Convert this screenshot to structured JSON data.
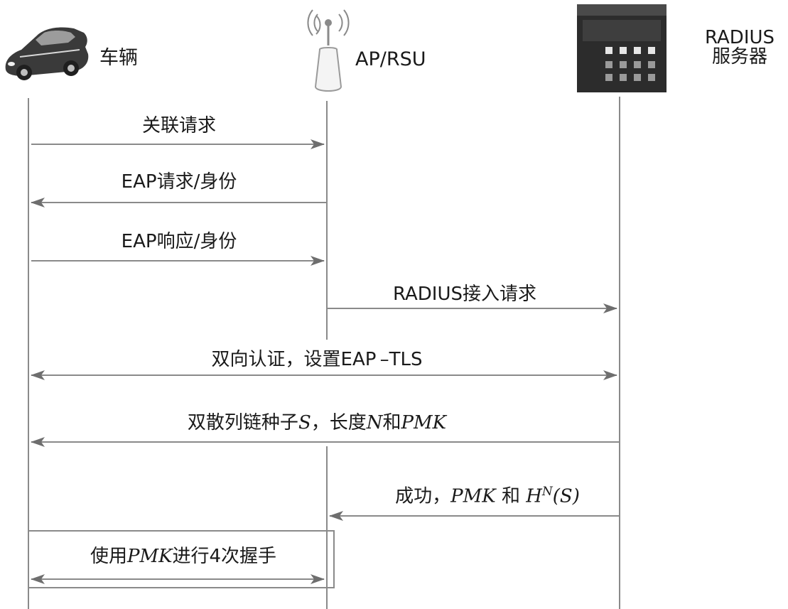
{
  "participants": {
    "vehicle": {
      "label": "车辆",
      "icon": "car-icon"
    },
    "ap": {
      "label": "AP/RSU",
      "icon": "antenna-icon"
    },
    "radius": {
      "label_line1": "RADIUS",
      "label_line2": "服务器",
      "icon": "server-icon"
    }
  },
  "messages": [
    {
      "id": "m1",
      "text": "关联请求",
      "from": "vehicle",
      "to": "ap",
      "arrow": "right"
    },
    {
      "id": "m2",
      "text": "EAP请求/身份",
      "from": "ap",
      "to": "vehicle",
      "arrow": "left"
    },
    {
      "id": "m3",
      "text": "EAP响应/身份",
      "from": "vehicle",
      "to": "ap",
      "arrow": "right"
    },
    {
      "id": "m4",
      "text": "RADIUS接入请求",
      "from": "ap",
      "to": "radius",
      "arrow": "right"
    },
    {
      "id": "m5",
      "text": "双向认证，设置EAP –TLS",
      "from": "vehicle",
      "to": "radius",
      "arrow": "both"
    },
    {
      "id": "m6",
      "text_pre": "双散列链种子",
      "text_s": "S",
      "text_mid": "，长度",
      "text_n": "N",
      "text_mid2": "和",
      "text_pmk": "PMK",
      "from": "radius",
      "to": "vehicle",
      "arrow": "left"
    },
    {
      "id": "m7",
      "text_pre": "成功，",
      "text_pmk": "PMK",
      "text_mid": " 和 ",
      "text_h": "H",
      "text_sup": "N",
      "text_s": "(S)",
      "from": "radius",
      "to": "ap",
      "arrow": "left"
    },
    {
      "id": "m8",
      "text_pre": "使用",
      "text_pmk": "PMK",
      "text_post": "进行4次握手",
      "from": "vehicle",
      "to": "ap",
      "arrow": "both"
    }
  ],
  "colors": {
    "line": "#8a8a8a",
    "arrow": "#6e6e6e",
    "text": "#1a1a1a"
  }
}
